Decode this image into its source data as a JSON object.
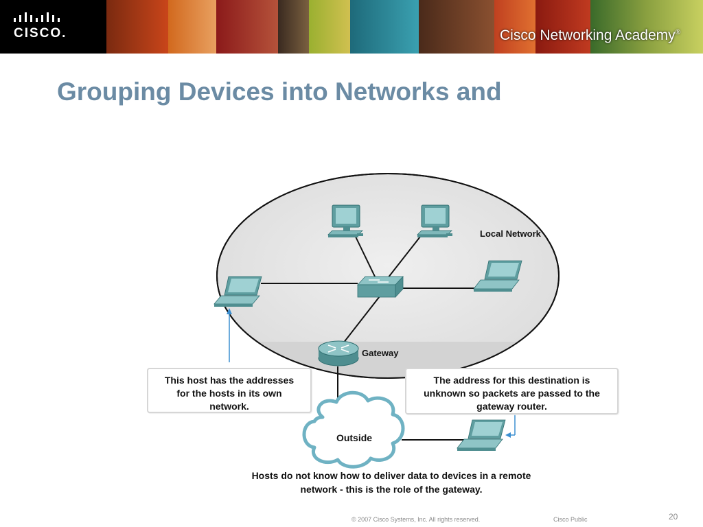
{
  "banner": {
    "logo_text": "CISCO.",
    "academy_prefix": "Cisco",
    "academy_name": "Networking Academy",
    "academy_mark": "®"
  },
  "slide": {
    "title": "Grouping Devices into Networks and"
  },
  "diagram": {
    "local_network_label": "Local Network",
    "gateway_label": "Gateway",
    "outside_label": "Outside",
    "callout_left": [
      "This host has the addresses",
      "for the hosts in its own",
      "network."
    ],
    "callout_right": [
      "The address for this destination is",
      "unknown so packets are passed to the",
      "gateway router."
    ],
    "note": [
      "Hosts do not know how to deliver data to devices in a remote",
      "network - this is the role of the gateway."
    ]
  },
  "footer": {
    "copyright": "© 2007 Cisco Systems, Inc. All rights reserved.",
    "classification": "Cisco Public",
    "page_number": "20"
  },
  "colors": {
    "title": "#6b8ba4",
    "device_teal": "#5f9ea0",
    "cloud_outline": "#6fb2c3",
    "arrow_blue": "#3b8fd1"
  }
}
